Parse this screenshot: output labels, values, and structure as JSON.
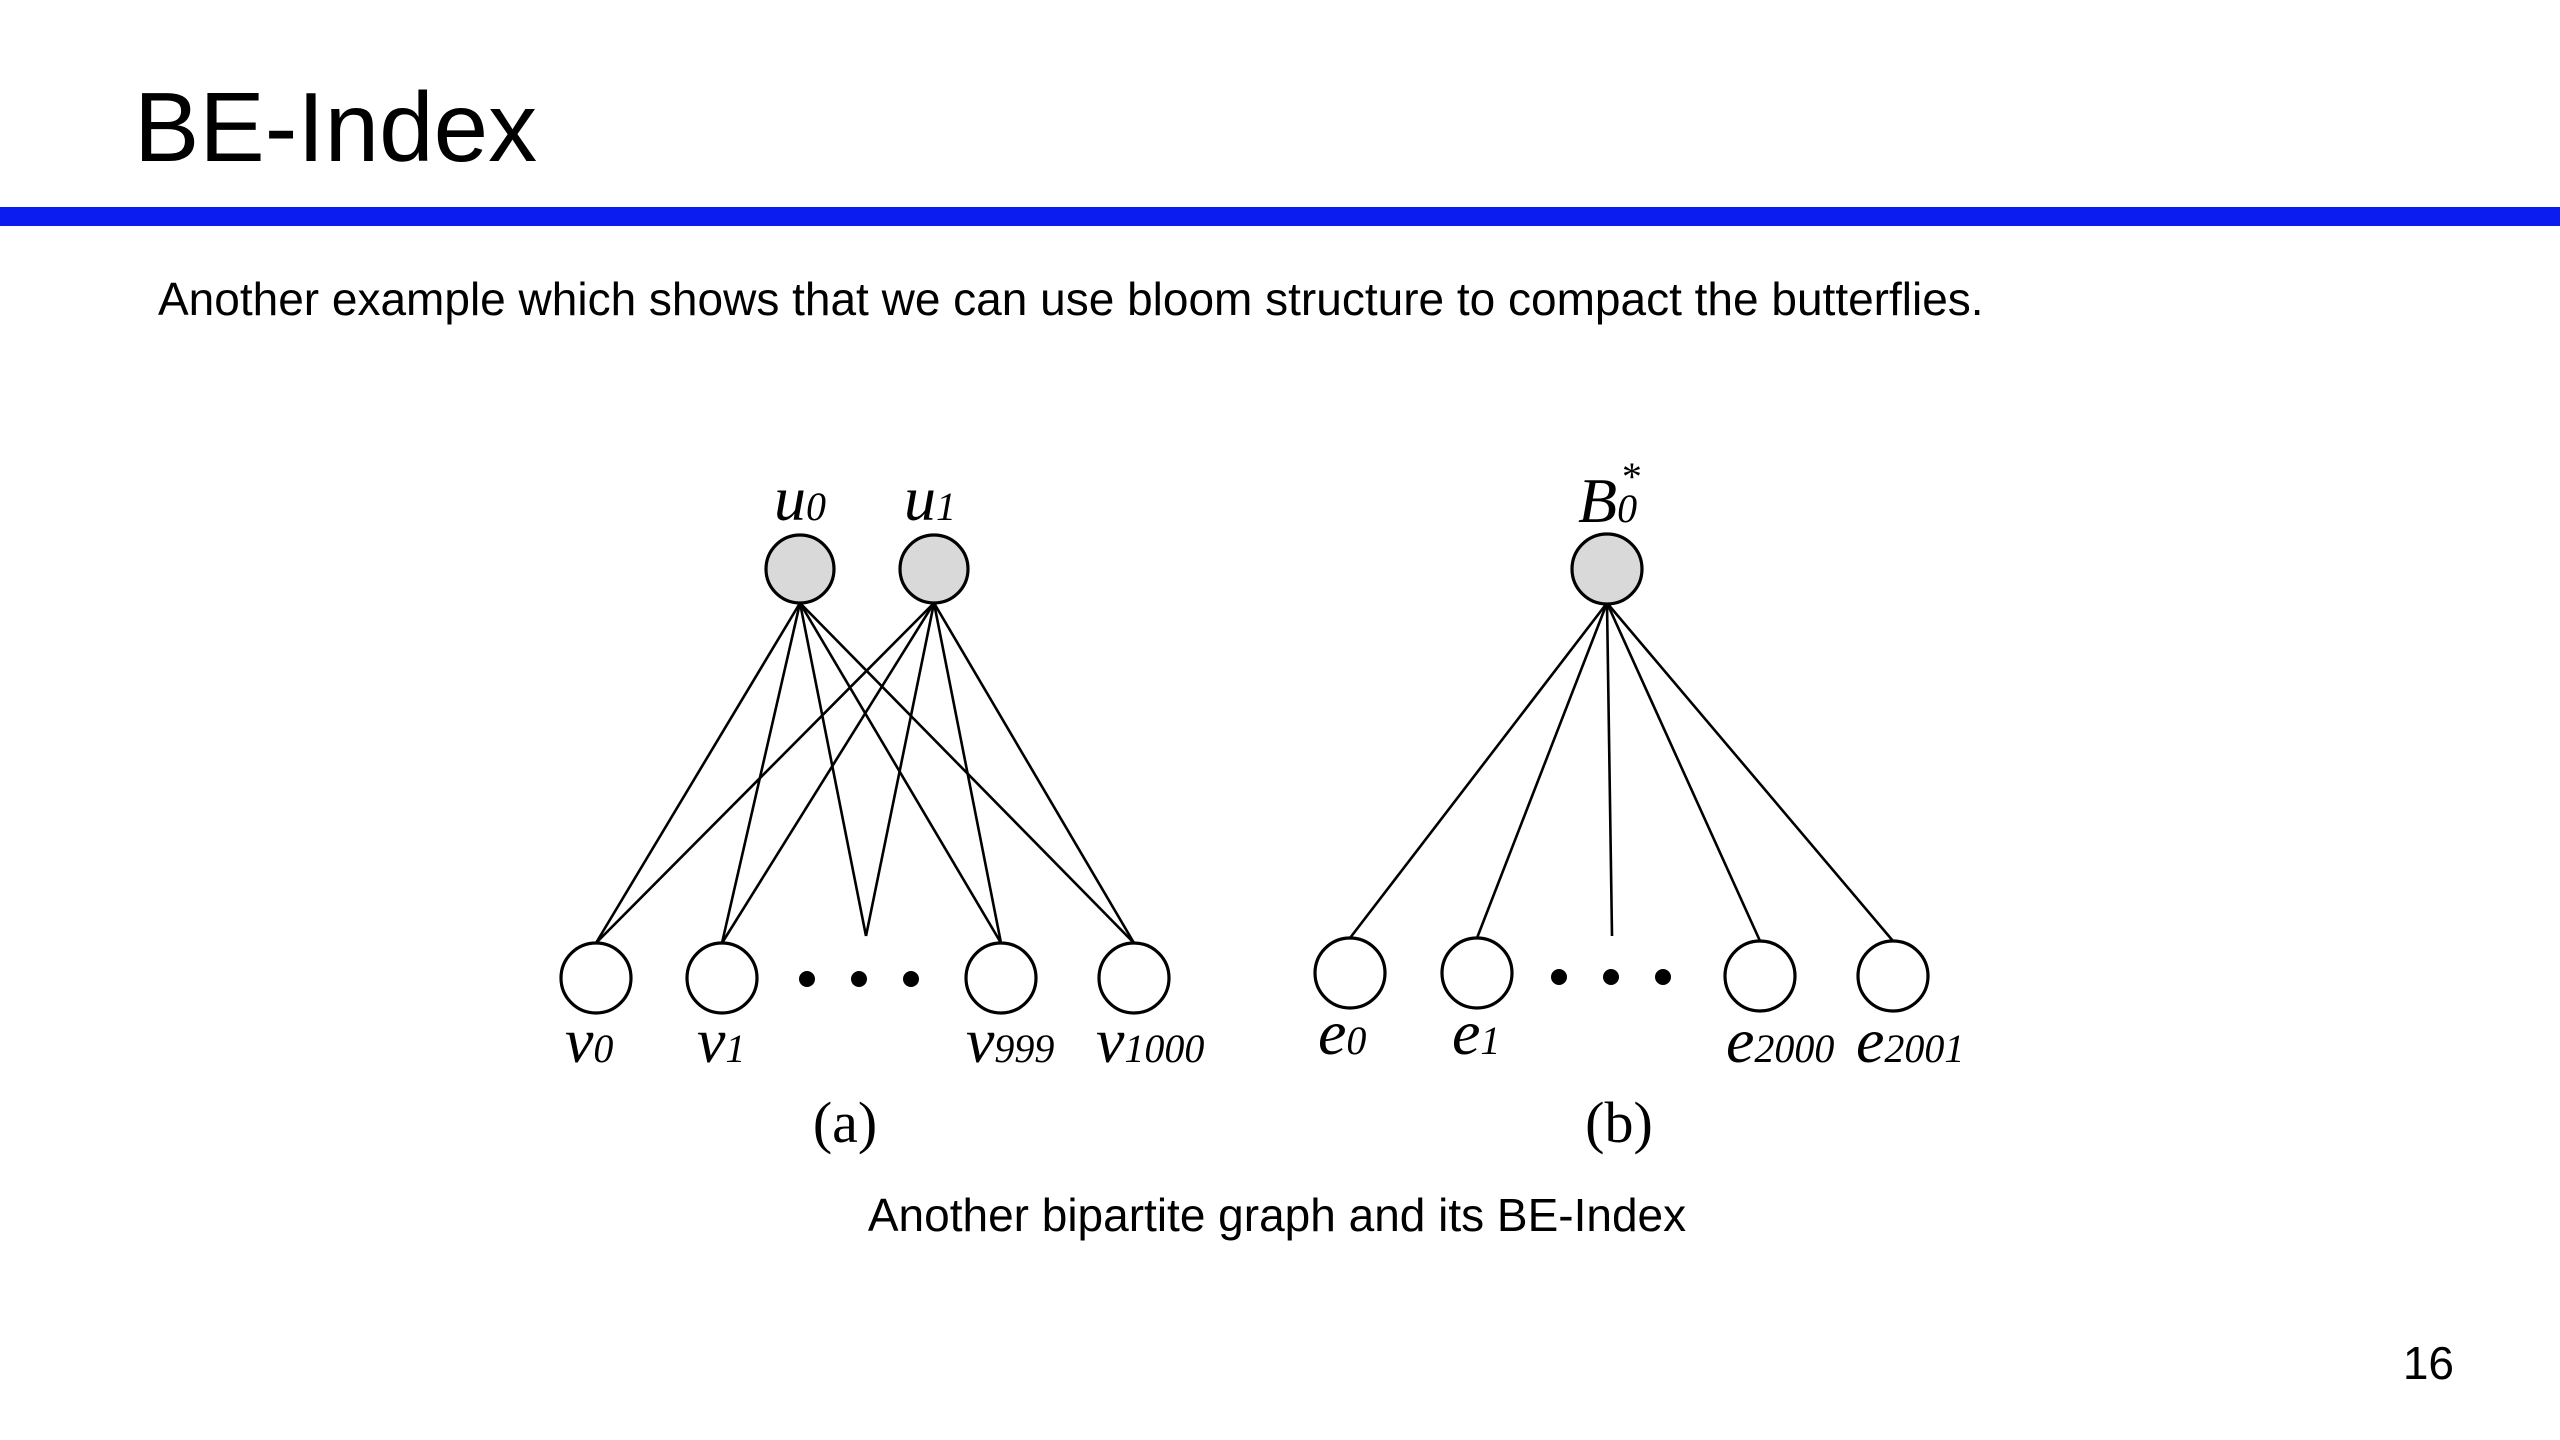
{
  "slide": {
    "title": "BE-Index",
    "intro": "Another example which shows that we can use bloom structure to compact the butterflies.",
    "caption": "Another bipartite graph and its BE-Index",
    "page_number": "16",
    "accent_color": "#0a1cf0"
  },
  "graph_a": {
    "sublabel": "(a)",
    "top_nodes": [
      {
        "name": "u",
        "sub": "0"
      },
      {
        "name": "u",
        "sub": "1"
      }
    ],
    "bottom_nodes": [
      {
        "name": "v",
        "sub": "0"
      },
      {
        "name": "v",
        "sub": "1"
      },
      {
        "name": "v",
        "sub": "999"
      },
      {
        "name": "v",
        "sub": "1000"
      }
    ],
    "ellipsis": "• • •"
  },
  "graph_b": {
    "sublabel": "(b)",
    "top_node": {
      "name": "B",
      "sub": "0",
      "sup": "*"
    },
    "bottom_nodes": [
      {
        "name": "e",
        "sub": "0"
      },
      {
        "name": "e",
        "sub": "1"
      },
      {
        "name": "e",
        "sub": "2000"
      },
      {
        "name": "e",
        "sub": "2001"
      }
    ],
    "ellipsis": "• • •"
  }
}
